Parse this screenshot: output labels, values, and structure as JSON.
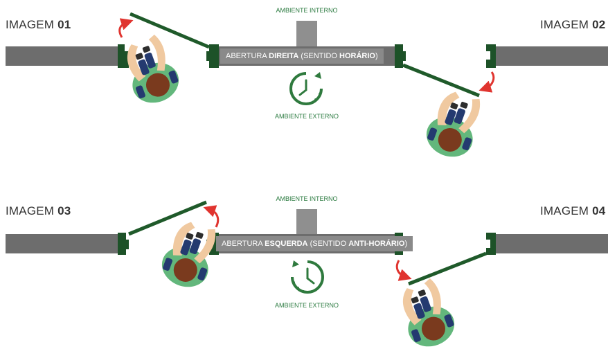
{
  "colors": {
    "wall": "#6d6d6d",
    "door": "#1f5a2a",
    "frame": "#1d5228",
    "arrow": "#e0342f",
    "clock": "#2f7a3e",
    "shirt": "#63b77c",
    "skin": "#f0c9a0",
    "hair": "#7a3a1e",
    "jeans": "#243a70",
    "text_green": "#2a7a3f"
  },
  "icons": [
    "clockwise-clock-icon",
    "counterclockwise-clock-icon",
    "swing-arrow-icon",
    "person-top-view-icon"
  ],
  "top": {
    "label_left_pre": "IMAGEM",
    "label_left_num": "01",
    "label_right_pre": "IMAGEM",
    "label_right_num": "02",
    "ambiente_interno": "AMBIENTE INTERNO",
    "ambiente_externo": "AMBIENTE EXTERNO",
    "banner_pre": "ABERTURA",
    "banner_bold1": "DIREITA",
    "banner_mid": "(SENTIDO",
    "banner_bold2": "HORÁRIO",
    "banner_end": ")"
  },
  "bottom": {
    "label_left_pre": "IMAGEM",
    "label_left_num": "03",
    "label_right_pre": "IMAGEM",
    "label_right_num": "04",
    "ambiente_interno": "AMBIENTE INTERNO",
    "ambiente_externo": "AMBIENTE EXTERNO",
    "banner_pre": "ABERTURA",
    "banner_bold1": "ESQUERDA",
    "banner_mid": "(SENTIDO",
    "banner_bold2": "ANTI-HORÁRIO",
    "banner_end": ")"
  }
}
